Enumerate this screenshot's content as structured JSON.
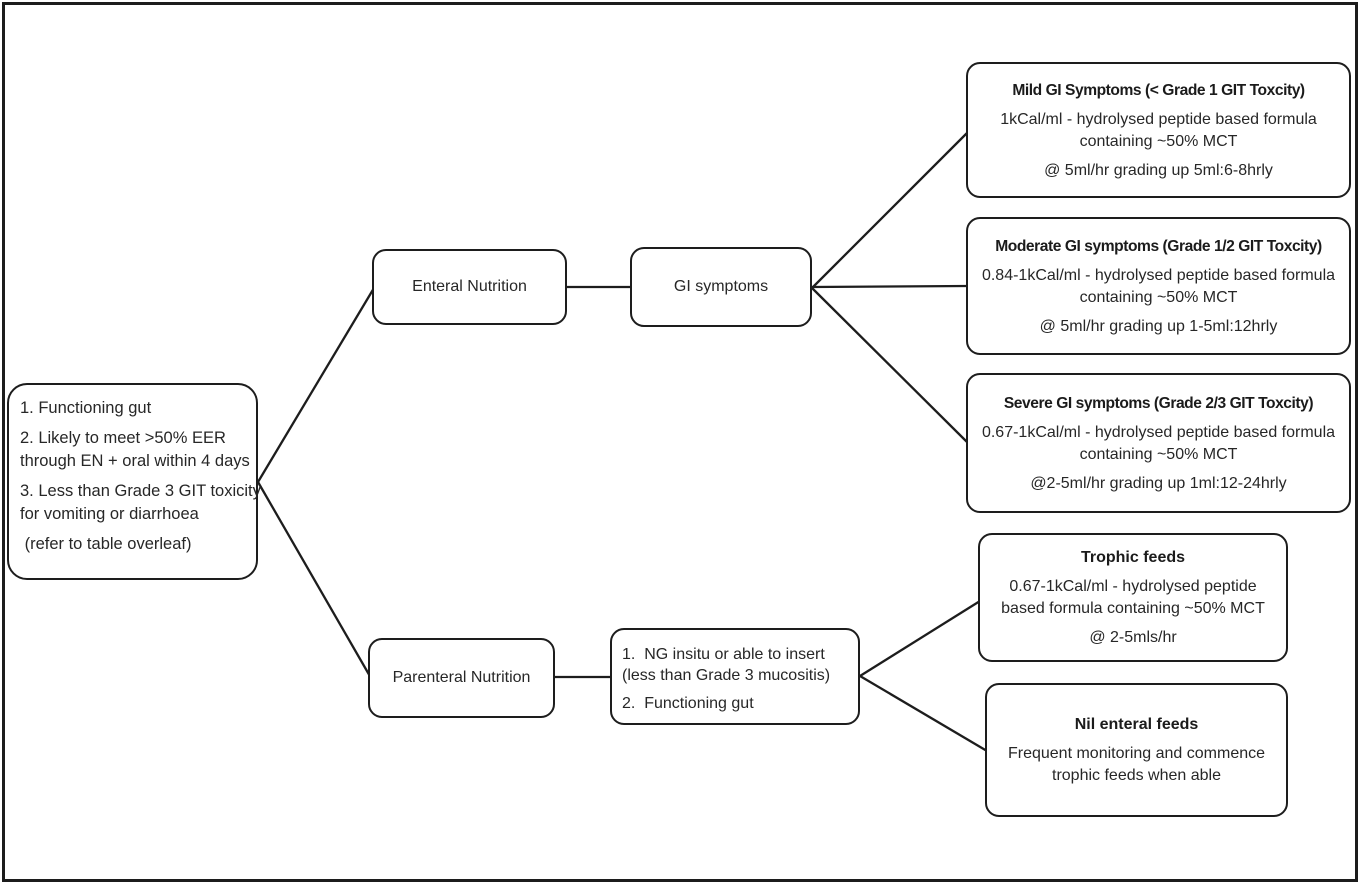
{
  "colors": {
    "line": "#1d1d1d",
    "border": "#1d1d1d",
    "text": "#272727",
    "background": "#ffffff"
  },
  "nodes": {
    "criteria": {
      "lines": [
        "1. Functioning gut",
        "2. Likely to meet >50% EER",
        "through EN + oral within 4 days",
        "3. Less than Grade 3 GIT toxicity",
        "for vomiting or diarrhoea",
        " (refer to table overleaf)"
      ]
    },
    "enteral": {
      "label": "Enteral Nutrition"
    },
    "gi_symptoms": {
      "label": "GI symptoms"
    },
    "mild": {
      "title": "Mild GI Symptoms (< Grade 1 GIT Toxcity)",
      "lines": [
        "1kCal/ml - hydrolysed peptide based formula",
        "containing ~50% MCT",
        "@ 5ml/hr grading up 5ml:6-8hrly"
      ]
    },
    "moderate": {
      "title": "Moderate GI symptoms (Grade 1/2 GIT Toxcity)",
      "lines": [
        "0.84-1kCal/ml - hydrolysed peptide based formula",
        "containing ~50% MCT",
        "@ 5ml/hr grading up 1-5ml:12hrly"
      ]
    },
    "severe": {
      "title": "Severe GI symptoms (Grade 2/3 GIT Toxcity)",
      "lines": [
        "0.67-1kCal/ml - hydrolysed peptide based formula",
        "containing ~50% MCT",
        "@2-5ml/hr grading up 1ml:12-24hrly"
      ]
    },
    "parenteral": {
      "label": "Parenteral Nutrition"
    },
    "ng_criteria": {
      "lines": [
        "1.  NG insitu or able to insert",
        "(less than Grade 3 mucositis)",
        "2.  Functioning gut"
      ]
    },
    "trophic": {
      "title": "Trophic feeds",
      "lines": [
        "0.67-1kCal/ml - hydrolysed peptide",
        "based formula containing ~50% MCT",
        "@ 2-5mls/hr"
      ]
    },
    "nil_enteral": {
      "title": "Nil enteral feeds",
      "lines": [
        "Frequent monitoring and commence",
        "trophic feeds when able"
      ]
    }
  }
}
